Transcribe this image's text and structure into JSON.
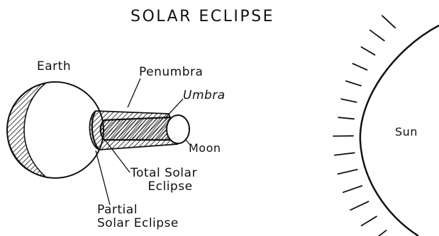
{
  "title": "SOLAR ECLIPSE",
  "labels": {
    "earth": "Earth",
    "penumbra": "Penumbra",
    "umbra": "Umbra",
    "moon": "Moon",
    "sun": "Sun",
    "total_solar_eclipse": [
      "Total Solar",
      "Eclipse"
    ],
    "partial_solar_eclipse": [
      "Partial",
      "Solar Eclipse"
    ]
  },
  "colors": {
    "ink": "#111111",
    "paper": "#ffffff"
  }
}
